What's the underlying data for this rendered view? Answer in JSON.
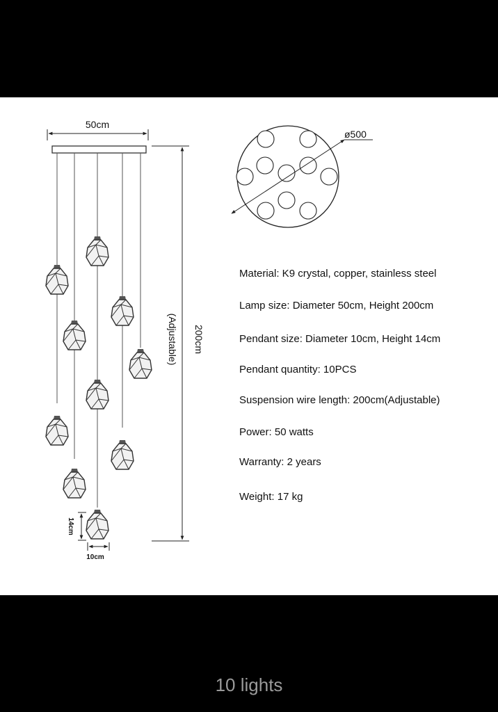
{
  "drawing": {
    "width_label": "50cm",
    "height_label": "200cm",
    "adjustable_label": "(Adjustable)",
    "pendant_height_label": "14cm",
    "pendant_width_label": "10cm",
    "canopy_diameter_label": "ø500"
  },
  "specs": [
    "Material: K9 crystal, copper, stainless steel",
    "Lamp size: Diameter 50cm, Height 200cm",
    "Pendant size: Diameter 10cm, Height 14cm",
    "Pendant quantity: 10PCS",
    "Suspension wire length: 200cm(Adjustable)",
    "Power:  50 watts",
    "Warranty: 2 years",
    "Weight: 17 kg"
  ],
  "caption": "10 lights"
}
